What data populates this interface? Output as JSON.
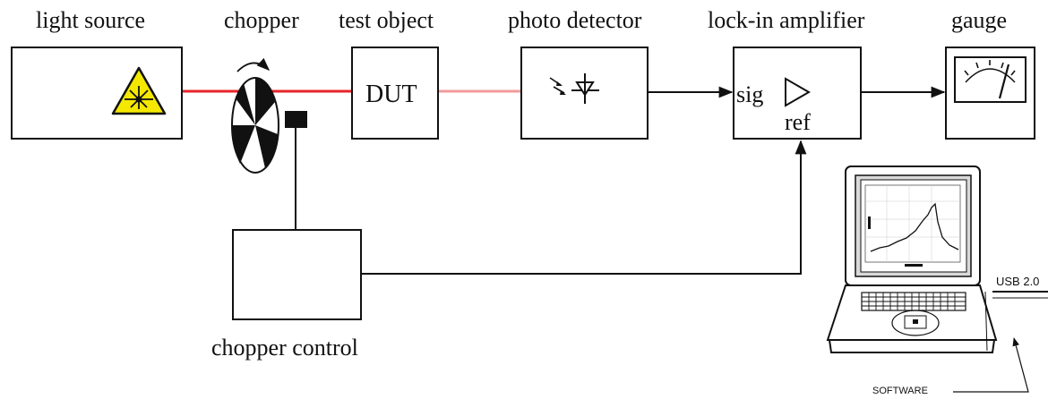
{
  "labels": {
    "light_source": "light source",
    "chopper": "chopper",
    "test_object": "test object",
    "photo_detector": "photo detector",
    "lock_in_amplifier": "lock-in amplifier",
    "gauge": "gauge",
    "chopper_control": "chopper control"
  },
  "dut": "DUT",
  "lockin": {
    "sig": "sig",
    "ref": "ref"
  },
  "laptop": {
    "usb": "USB 2.0",
    "software": "SOFTWARE"
  },
  "colors": {
    "beam_primary": "#e8242a",
    "beam_secondary": "#f29a9a",
    "laser_warning": "#f4e800",
    "line": "#111111"
  },
  "icons": [
    "laser-warning-icon",
    "photodiode-icon",
    "amplifier-triangle-icon",
    "gauge-meter-icon",
    "laptop-icon",
    "chopper-wheel-icon"
  ]
}
